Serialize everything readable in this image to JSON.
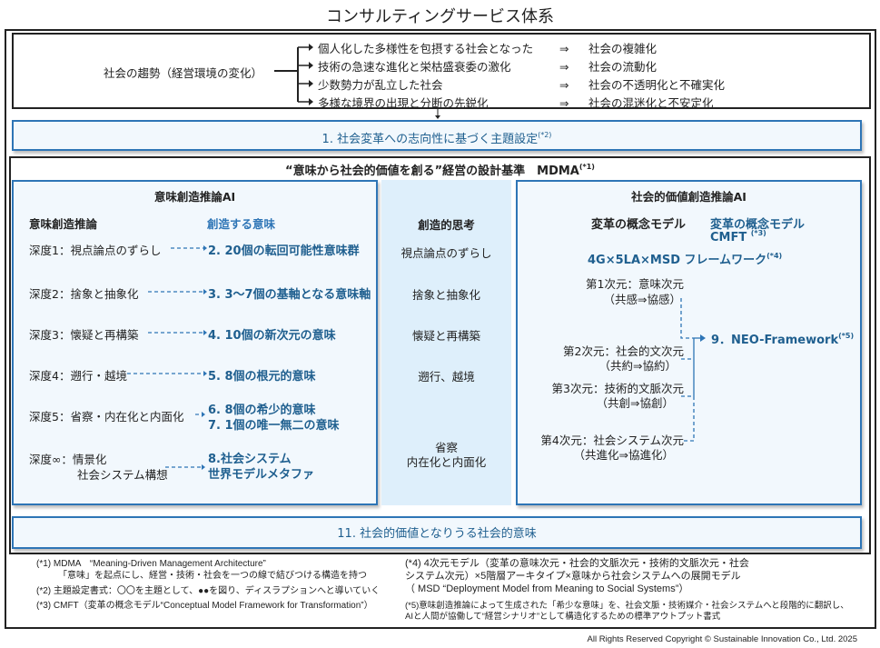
{
  "title": "コンサルティングサービス体系",
  "trend": {
    "label": "社会の趨勢（経営環境の変化）",
    "items": [
      {
        "cause": "個人化した多様性を包摂する社会となった",
        "arrow": "⇒",
        "effect": "社会の複雑化"
      },
      {
        "cause": "技術の急速な進化と栄枯盛衰委の激化",
        "arrow": "⇒",
        "effect": "社会の流動化"
      },
      {
        "cause": "少数勢力が乱立した社会",
        "arrow": "⇒",
        "effect": "社会の不透明化と不確実化"
      },
      {
        "cause": "多様な境界の出現と分断の先鋭化",
        "arrow": "⇒",
        "effect": "社会の混迷化と不安定化"
      }
    ]
  },
  "step1": {
    "label": "1. 社会変革への志向性に基づく主題設定",
    "note": "(*2)"
  },
  "mdma": {
    "title": "“意味から社会的価値を創る”経営の設計基準　MDMA",
    "note": "(*1)"
  },
  "left": {
    "title": "意味創造推論AI",
    "col_a": "意味創造推論",
    "col_b": "創造する意味",
    "rows": [
      {
        "depth": "深度1：視点論点のずらし",
        "result": "2. 20個の転回可能性意味群"
      },
      {
        "depth": "深度2：捨象と抽象化",
        "result": "3. 3〜7個の基軸となる意味軸"
      },
      {
        "depth": "深度3：懐疑と再構築",
        "result": "4. 10個の新次元の意味"
      },
      {
        "depth": "深度4：遡行・越境",
        "result": "5. 8個の根元的意味"
      },
      {
        "depth": "深度5：省察・内在化と内面化",
        "result": "6. 8個の希少的意味",
        "result2": "7. 1個の唯一無二の意味"
      },
      {
        "depth": "深度∞：情景化",
        "depth2": "社会システム構想",
        "result": "8.社会システム",
        "result2": "世界モデルメタファ"
      }
    ]
  },
  "middle": {
    "title": "創造的思考",
    "items": [
      "視点論点のずらし",
      "捨象と抽象化",
      "懐疑と再構築",
      "遡行、越境",
      "省察",
      "内在化と内面化"
    ]
  },
  "right": {
    "title": "社会的価値創造推論AI",
    "col_a": "変革の概念モデル",
    "col_b": "変革の概念モデル",
    "col_b2": "CMFT",
    "col_b_note": "(*3)",
    "framework": "4G×5LA×MSD フレームワーク",
    "framework_note": "(*4)",
    "dims": [
      {
        "name": "第1次元：意味次元",
        "sub": "（共感⇒協感）"
      },
      {
        "name": "第2次元：社会的文次元",
        "sub": "（共約⇒協約）"
      },
      {
        "name": "第3次元：技術的文脈次元",
        "sub": "（共創⇒協創）"
      },
      {
        "name": "第4次元：社会システム次元",
        "sub": "（共進化⇒協進化）"
      }
    ],
    "neo": "9．NEO-Framework",
    "neo_note": "(*5)"
  },
  "step11": "11. 社会的価値となりうる社会的意味",
  "footnotes": {
    "n1a": "(*1) MDMA　“Meaning-Driven Management Architecture”",
    "n1b": "「意味」を起点にし、経営・技術・社会を一つの線で結びつける構造を持つ",
    "n2": "(*2) 主題設定書式：〇〇を主題として、●●を図り、ディスラプションへと導いていく",
    "n3": "(*3) CMFT（変革の概念モデル“Conceptual Model Framework for Transformation”）",
    "n4a": "(*4) 4次元モデル（変革の意味次元・社会的文脈次元・技術的文脈次元・社会",
    "n4b": "システム次元）×5階層アーキタイプ×意味から社会システムへの展開モデル",
    "n4c": "（ MSD “Deployment Model from Meaning to Social Systems”）",
    "n5a": "(*5)意味創造推論によって生成された「希少な意味」を、社会文脈・技術媒介・社会システムへと段階的に翻訳し、",
    "n5b": "AIと人間が協働して“経営シナリオ”として構造化するための標準アウトプット書式"
  },
  "copyright": "All Rights Reserved Copyright © Sustainable Innovation Co., Ltd. 2025",
  "colors": {
    "accent": "#2e75b6",
    "text_blue": "#1f5f8f",
    "fill": "#f2f8fd",
    "mid": "#deeffb"
  }
}
